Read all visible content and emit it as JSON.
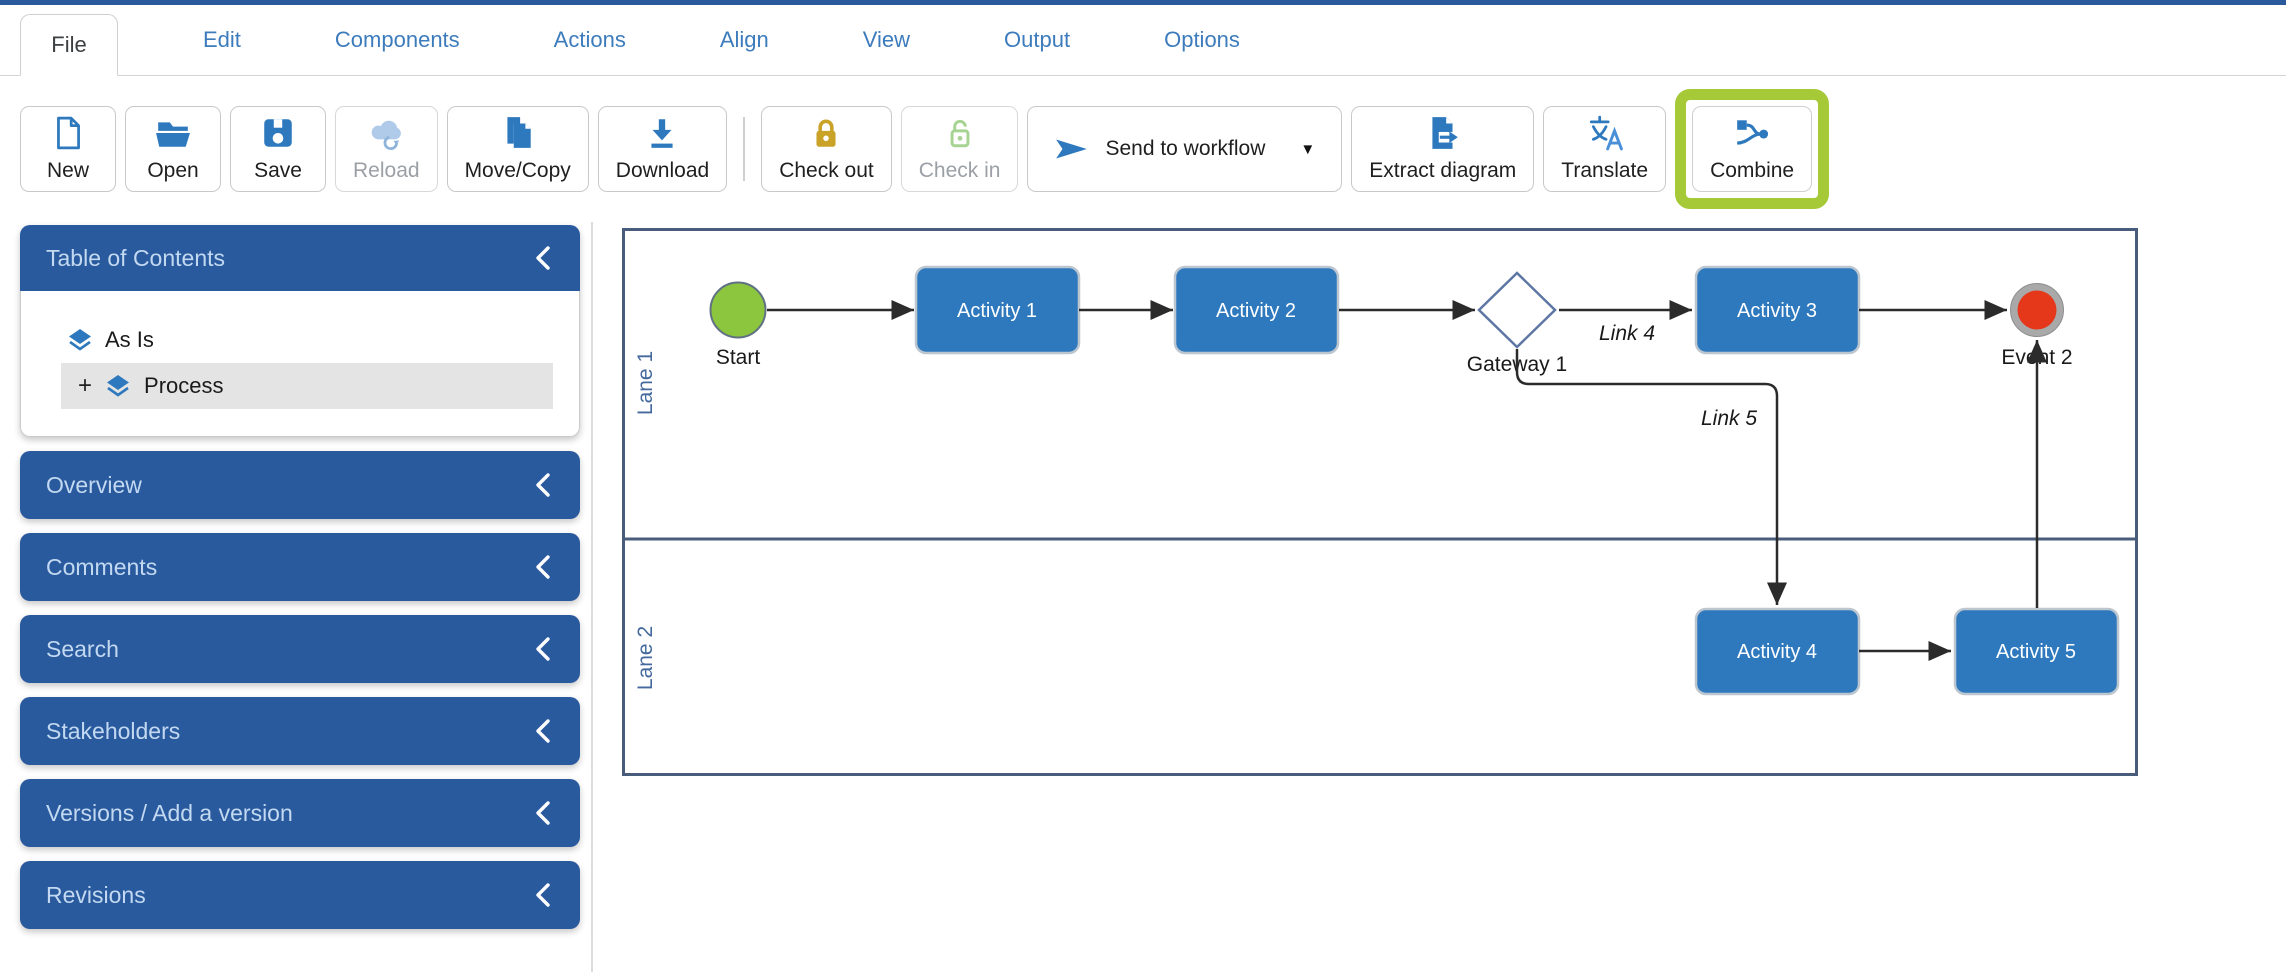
{
  "menu": {
    "tabs": [
      {
        "label": "File",
        "active": true
      },
      {
        "label": "Edit"
      },
      {
        "label": "Components"
      },
      {
        "label": "Actions"
      },
      {
        "label": "Align"
      },
      {
        "label": "View"
      },
      {
        "label": "Output"
      },
      {
        "label": "Options"
      }
    ]
  },
  "toolbar": {
    "caret": "▼",
    "buttons": [
      {
        "label": "New"
      },
      {
        "label": "Open"
      },
      {
        "label": "Save"
      },
      {
        "label": "Reload",
        "disabled": true
      },
      {
        "label": "Move/Copy"
      },
      {
        "label": "Download"
      },
      {
        "label": "Check out"
      },
      {
        "label": "Check in",
        "disabled": true
      },
      {
        "label": "Send to workflow",
        "dropdown": true
      },
      {
        "label": "Extract diagram"
      },
      {
        "label": "Translate"
      },
      {
        "label": "Combine",
        "highlighted": true
      }
    ]
  },
  "sidebar": {
    "toc": {
      "title": "Table of Contents",
      "items": [
        {
          "label": "As Is"
        },
        {
          "label": "Process",
          "expander": "+",
          "selected": true
        }
      ]
    },
    "panels": [
      {
        "label": "Overview"
      },
      {
        "label": "Comments"
      },
      {
        "label": "Search"
      },
      {
        "label": "Stakeholders"
      },
      {
        "label": "Versions / Add a version"
      },
      {
        "label": "Revisions"
      }
    ]
  },
  "diagram": {
    "lanes": [
      {
        "label": "Lane 1"
      },
      {
        "label": "Lane 2"
      }
    ],
    "nodes": {
      "start": {
        "label": "Start",
        "type": "start-event",
        "color": "#8CC63F"
      },
      "activity1": {
        "label": "Activity 1",
        "type": "activity"
      },
      "activity2": {
        "label": "Activity 2",
        "type": "activity"
      },
      "gateway1": {
        "label": "Gateway 1",
        "type": "gateway"
      },
      "activity3": {
        "label": "Activity 3",
        "type": "activity"
      },
      "event2": {
        "label": "Event 2",
        "type": "end-event",
        "color": "#E5381B"
      },
      "activity4": {
        "label": "Activity 4",
        "type": "activity"
      },
      "activity5": {
        "label": "Activity 5",
        "type": "activity"
      }
    },
    "links": {
      "link4": {
        "label": "Link 4"
      },
      "link5": {
        "label": "Link 5"
      }
    }
  },
  "colors": {
    "accent_blue": "#2E79BE",
    "panel_blue": "#2A5A9E",
    "top_strip": "#2A5A9B",
    "menu_link": "#3D7CBC",
    "lane_border": "#4A5C7B",
    "lane_label": "#44699D",
    "start_green": "#8CC63F",
    "event_red": "#E5381B",
    "event_ring": "#A9A9A9",
    "highlight_green": "#A6C937",
    "checkout_gold": "#C9A227",
    "checkin_green": "#A7D393"
  }
}
